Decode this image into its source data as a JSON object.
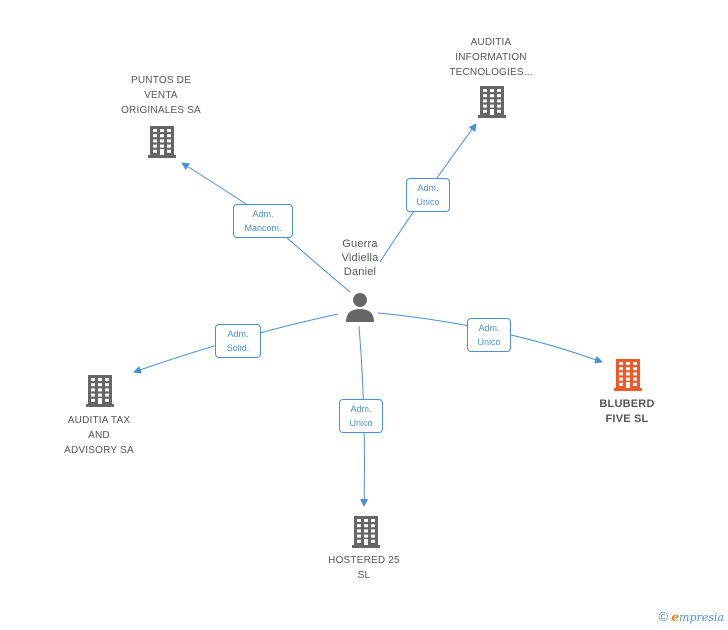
{
  "person": {
    "lines": [
      "Guerra",
      "Vidiella",
      "Daniel"
    ],
    "icon": "person-icon"
  },
  "companies": [
    {
      "id": "puntos",
      "lines": [
        "PUNTOS DE",
        "VENTA",
        "ORIGINALES SA"
      ],
      "icon": "building-icon",
      "color": "#666666"
    },
    {
      "id": "auditia-info",
      "lines": [
        "AUDITIA",
        "INFORMATION",
        "TECNOLOGIES..."
      ],
      "icon": "building-icon",
      "color": "#666666"
    },
    {
      "id": "auditia-tax",
      "lines": [
        "AUDITIA TAX",
        "AND",
        "ADVISORY SA"
      ],
      "icon": "building-icon",
      "color": "#666666"
    },
    {
      "id": "hostered",
      "lines": [
        "HOSTERED 25",
        "SL"
      ],
      "icon": "building-icon",
      "color": "#666666"
    },
    {
      "id": "bluberd",
      "lines": [
        "BLUBERD",
        "FIVE SL"
      ],
      "icon": "building-icon",
      "color": "#f05a28"
    }
  ],
  "relations": [
    {
      "to": "puntos",
      "lines": [
        "Adm.",
        "Mancom."
      ]
    },
    {
      "to": "auditia-info",
      "lines": [
        "Adm.",
        "Unico"
      ]
    },
    {
      "to": "auditia-tax",
      "lines": [
        "Adm.",
        "Solid."
      ]
    },
    {
      "to": "hostered",
      "lines": [
        "Adm.",
        "Unico"
      ]
    },
    {
      "to": "bluberd",
      "lines": [
        "Adm.",
        "Unico"
      ]
    }
  ],
  "footer": {
    "copyright": "©",
    "brand_initial": "e",
    "brand_rest": "mpresia"
  },
  "colors": {
    "edge": "#4a90d9",
    "node": "#666666",
    "highlight": "#f05a28"
  }
}
